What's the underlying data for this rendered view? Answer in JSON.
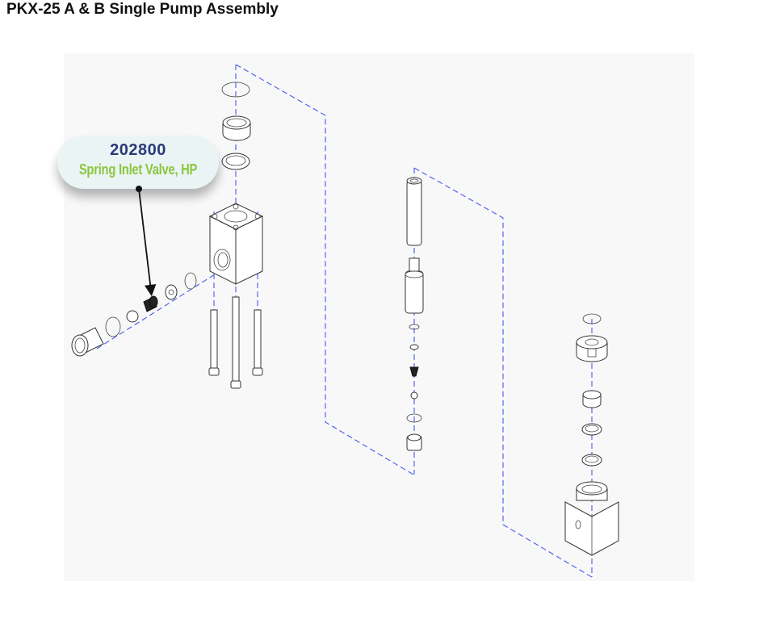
{
  "page": {
    "title": "PKX-25 A & B Single Pump Assembly"
  },
  "diagram": {
    "description": "Exploded view of pump assembly",
    "colors": {
      "background": "#f8f8f8",
      "axis_line": "#5566ee",
      "outline": "#333333"
    }
  },
  "callout": {
    "part_number": "202800",
    "part_name": "Spring Inlet Valve, HP",
    "colors": {
      "bubble": "#eaf4f4",
      "part_number": "#2b3a7a",
      "part_name": "#8cc63f",
      "pointer": "#111111"
    }
  }
}
